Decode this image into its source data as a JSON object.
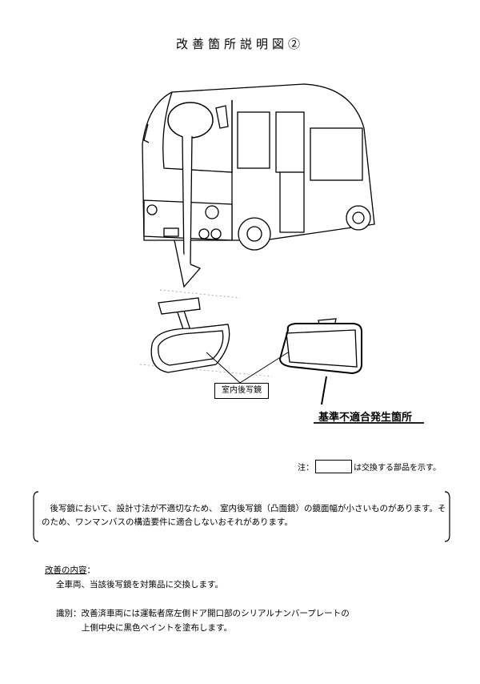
{
  "title": "改善箇所説明図②",
  "illustration": {
    "part_label": "室内後写鏡",
    "nonconformity_label": "基準不適合発生箇所"
  },
  "note": {
    "prefix": "注：",
    "suffix": "は交換する部品を示す。"
  },
  "description": "　後写鏡において、設計寸法が不適切なため、 室内後写鏡（凸面鏡）の鏡面幅が小さいものがあります。そのため、ワンマンバスの構造要件に適合しないおそれがあります。",
  "remedy": {
    "heading": "改善の内容",
    "colon": "：",
    "content": "全車両、当該後写鏡を対策品に交換します。",
    "identification_line1": "識別：改善済車両には運転者席左側ドア開口部のシリアルナンバープレートの",
    "identification_line2": "上側中央に黒色ペイントを塗布します。"
  }
}
